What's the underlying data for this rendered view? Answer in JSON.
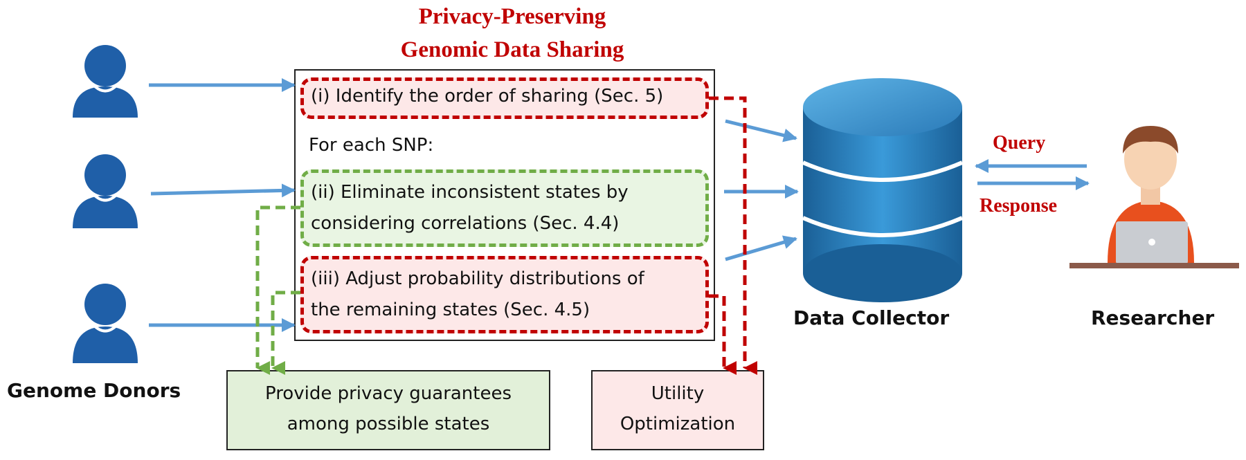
{
  "title": {
    "line1": "Privacy-Preserving",
    "line2": "Genomic Data Sharing"
  },
  "steps": {
    "step1": "(i) Identify the order of sharing (Sec. 5)",
    "for_each": "For each SNP:",
    "step2_line1": "(ii) Eliminate inconsistent states by",
    "step2_line2": "considering correlations (Sec. 4.4)",
    "step3_line1": "(iii) Adjust probability distributions of",
    "step3_line2": "the remaining states (Sec. 4.5)"
  },
  "outputs": {
    "privacy_line1": "Provide privacy guarantees",
    "privacy_line2": "among possible states",
    "utility_line1": "Utility",
    "utility_line2": "Optimization"
  },
  "actors": {
    "donors": "Genome Donors",
    "collector": "Data Collector",
    "researcher": "Researcher"
  },
  "flows": {
    "query": "Query",
    "response": "Response"
  },
  "colors": {
    "arrow_blue": "#5b9bd5",
    "red": "#c00000",
    "green": "#70ad47",
    "person_blue": "#1f5fa8",
    "db_blue": "#2e86c1"
  }
}
